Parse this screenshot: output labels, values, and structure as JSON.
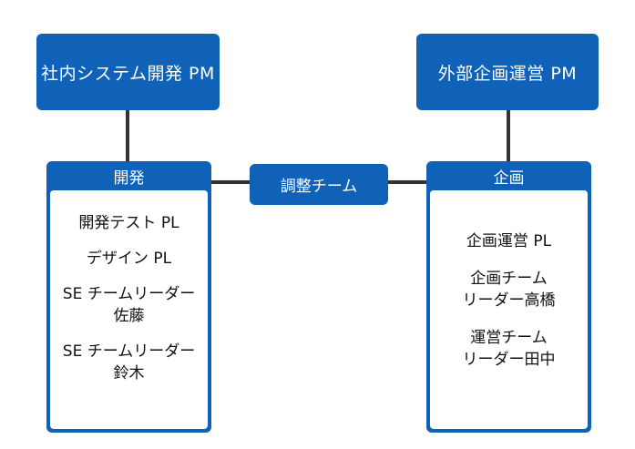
{
  "pm_left": "社内システム開発 PM",
  "pm_right": "外部企画運営 PM",
  "coordination": "調整チーム",
  "team_dev": {
    "title": "開発",
    "members": [
      "開発テスト PL",
      "デザイン PL",
      "SE チームリーダー\n佐藤",
      "SE チームリーダー\n鈴木"
    ]
  },
  "team_plan": {
    "title": "企画",
    "members": [
      "企画運営 PL",
      "企画チーム\nリーダー高橋",
      "運営チーム\nリーダー田中"
    ]
  },
  "colors": {
    "box": "#0f62b8",
    "line": "#333333"
  }
}
